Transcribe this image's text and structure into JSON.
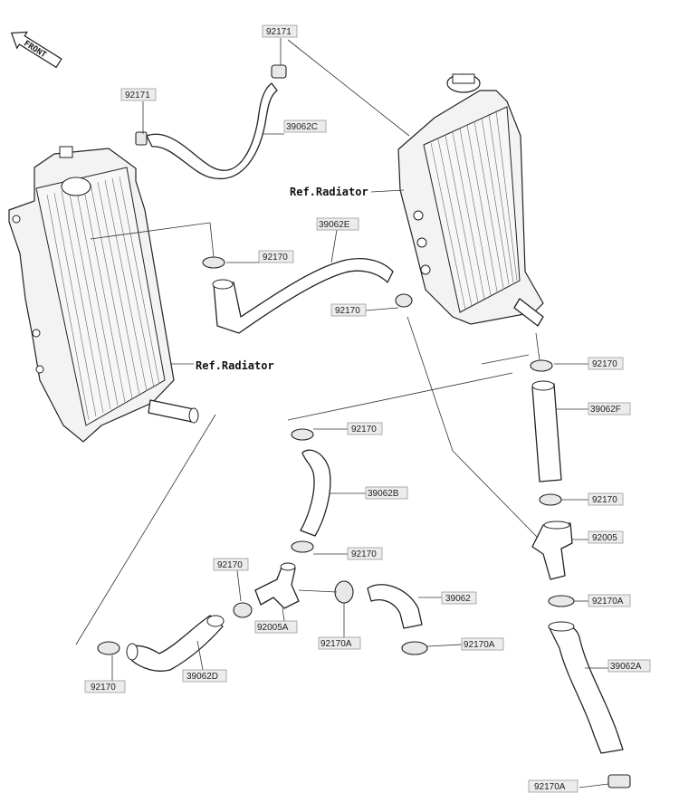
{
  "front_label": "FRONT",
  "ref_labels": {
    "right_radiator": "Ref.Radiator",
    "left_radiator": "Ref.Radiator"
  },
  "parts": {
    "p92171_top": "92171",
    "p92171_left": "92171",
    "p39062C": "39062C",
    "p39062E": "39062E",
    "p92170_left_upper": "92170",
    "p92170_mid": "92170",
    "p92170_right": "92170",
    "p39062F": "39062F",
    "p92170_center": "92170",
    "p39062B": "39062B",
    "p92170_right_lower": "92170",
    "p92005": "92005",
    "p92170_center_lower": "92170",
    "p92170_left_lower": "92170",
    "p92005A": "92005A",
    "p92170A_center": "92170A",
    "p39062": "39062",
    "p92170A_clamp": "92170A",
    "p92170A_right": "92170A",
    "p39062A": "39062A",
    "p92170_bottom_left": "92170",
    "p39062D": "39062D",
    "p92170A_bottom": "92170A"
  }
}
